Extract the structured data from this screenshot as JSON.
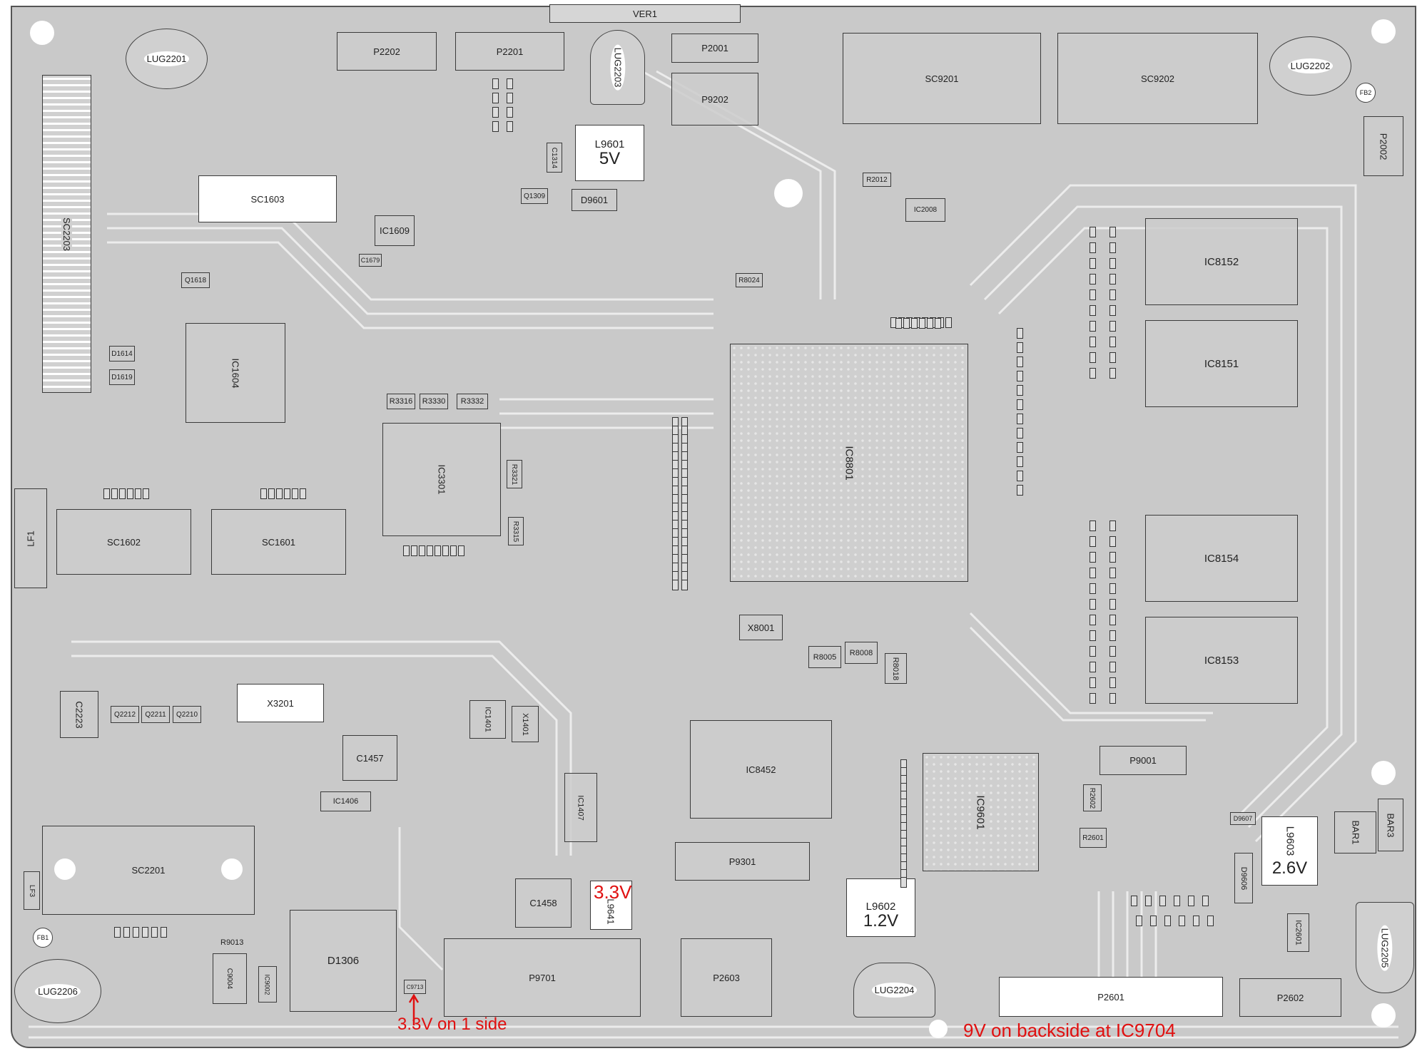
{
  "components": {
    "ver1": "VER1",
    "lug2201": "LUG2201",
    "p2202": "P2202",
    "p2201": "P2201",
    "lug2203": "LUG2203",
    "p2001": "P2001",
    "p9202": "P9202",
    "sc9201": "SC9201",
    "sc9202": "SC9202",
    "lug2202": "LUG2202",
    "p2002": "P2002",
    "fb2": "FB2",
    "sc2203": "SC2203",
    "sc1603": "SC1603",
    "l9601": "L9601",
    "d9601": "D9601",
    "q1309": "Q1309",
    "c1314": "C1314",
    "ic1609": "IC1609",
    "c1679": "C1679",
    "q1618": "Q1618",
    "ic2008": "IC2008",
    "r2012": "R2012",
    "r8024": "R8024",
    "ic1604": "IC1604",
    "d1614": "D1614",
    "d1619": "D1619",
    "r3316": "R3316",
    "r3330": "R3330",
    "r3332": "R3332",
    "ic3301": "IC3301",
    "r3321": "R3321",
    "r3315": "R3315",
    "ic8801": "IC8801",
    "ic8152": "IC8152",
    "ic8151": "IC8151",
    "ic8154": "IC8154",
    "ic8153": "IC8153",
    "sc1602": "SC1602",
    "sc1601": "SC1601",
    "lf1": "LF1",
    "x8001": "X8001",
    "r8005": "R8005",
    "r8008": "R8008",
    "r8018": "R8018",
    "x3201": "X3201",
    "c2223": "C2223",
    "q2212": "Q2212",
    "q2211": "Q2211",
    "q2210": "Q2210",
    "c1457": "C1457",
    "ic1401": "IC1401",
    "x1401": "X1401",
    "ic8452": "IC8452",
    "ic9601": "IC9601",
    "p9001": "P9001",
    "r2602": "R2602",
    "r2601": "R2601",
    "ic1406": "IC1406",
    "ic1407": "IC1407",
    "p9301": "P9301",
    "sc2201": "SC2201",
    "lf3": "LF3",
    "c1458": "C1458",
    "l9641": "L9641",
    "l9602": "L9602",
    "l9603": "L9603",
    "d9606": "D9606",
    "d9607": "D9607",
    "bar1": "BAR1",
    "bar3": "BAR3",
    "lug2205": "LUG2205",
    "ic2601": "IC2601",
    "d1306": "D1306",
    "c9713": "C9713",
    "p9701": "P9701",
    "p2603": "P2603",
    "lug2204": "LUG2204",
    "p2601": "P2601",
    "p2602": "P2602",
    "lug2206": "LUG2206",
    "fb1": "FB1",
    "r9013": "R9013",
    "c9004": "C9004",
    "ic9002": "IC9002"
  },
  "annotations": {
    "l9601_voltage": "5V",
    "l9641_voltage": "3.3V",
    "l9602_voltage": "1.2V",
    "l9603_voltage": "2.6V",
    "c9713_note": "3.3V on 1 side",
    "backside_note": "9V on backside at IC9704"
  },
  "colors": {
    "board": "#c9c9c9",
    "annotation": "#e01010",
    "outline": "#3a3a3a"
  }
}
